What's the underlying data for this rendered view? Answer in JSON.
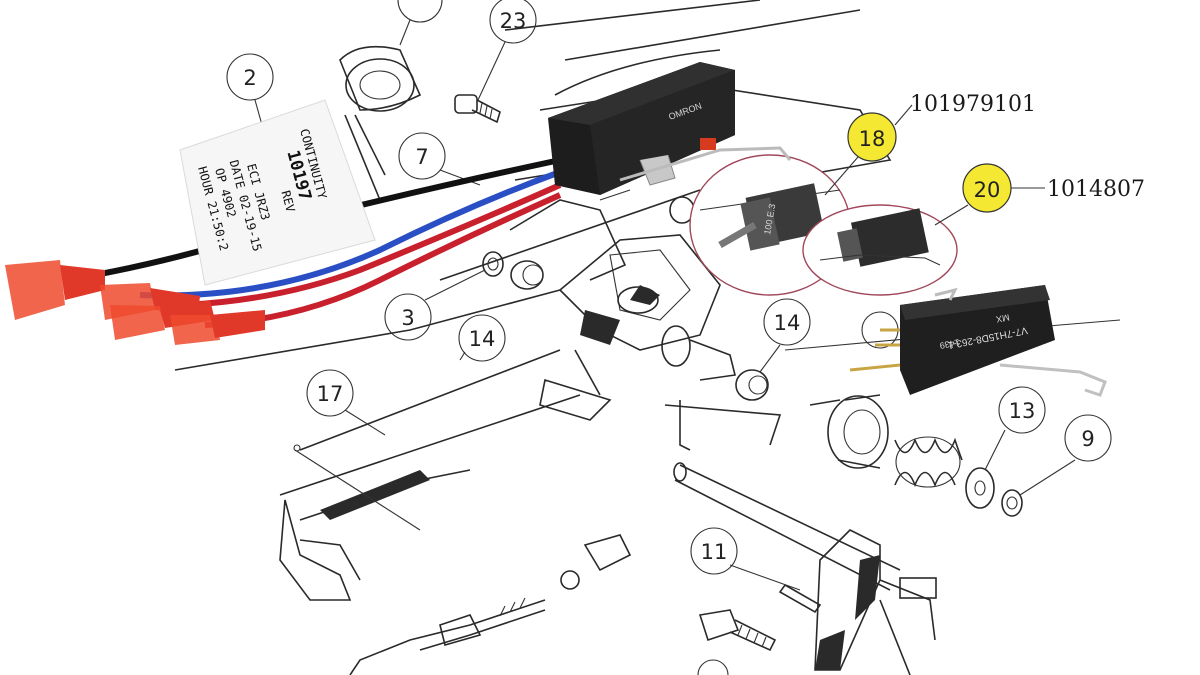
{
  "callouts": {
    "c2": "2",
    "c3": "3",
    "c7": "7",
    "c9": "9",
    "c11": "11",
    "c13": "13",
    "c14a": "14",
    "c14b": "14",
    "c17": "17",
    "c18": "18",
    "c20": "20",
    "c23": "23"
  },
  "part_numbers": {
    "p18": "101979101",
    "p20": "1014807"
  },
  "tag_label": {
    "line1": "CONTINUITY",
    "line2": "10197",
    "line3": "REV",
    "line4": "ECI JRZ3",
    "line5": "DATE 02-19-15",
    "line6": "OP  4902",
    "line7": "HOUR 21:50:2"
  },
  "switch_small_label": "OMRON",
  "switch_large_label": {
    "line1": "V7-7H15D8-263-1",
    "line2": "1439",
    "line3": "MX"
  },
  "colors": {
    "highlight": "#f4e832",
    "wire_black": "#111111",
    "wire_blue": "#2a4fc4",
    "wire_red": "#c8202c",
    "terminal": "#ef4a2e",
    "magnifier_ring": "#a0485a"
  },
  "icons": [
    "switch-photo",
    "wire-harness-photo",
    "magnifier-circle"
  ]
}
